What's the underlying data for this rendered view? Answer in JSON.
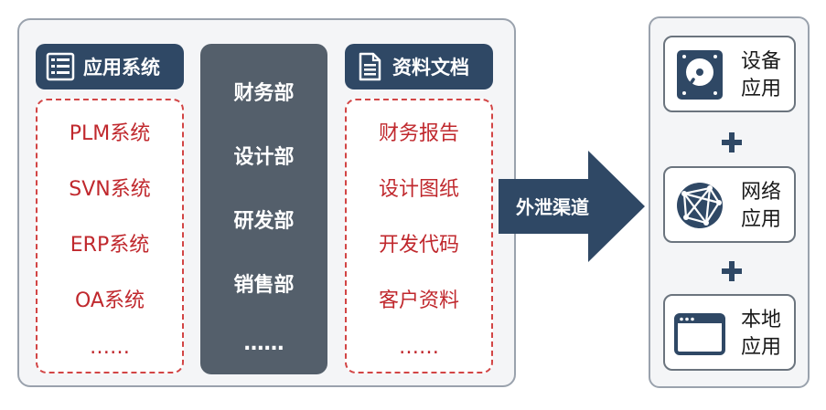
{
  "left": {
    "systems": {
      "title": "应用系统",
      "items": [
        "PLM系统",
        "SVN系统",
        "ERP系统",
        "OA系统",
        "……"
      ]
    },
    "departments": [
      "财务部",
      "设计部",
      "研发部",
      "销售部",
      "……"
    ],
    "documents": {
      "title": "资料文档",
      "items": [
        "财务报告",
        "设计图纸",
        "开发代码",
        "客户资料",
        "……"
      ]
    }
  },
  "arrow_label": "外泄渠道",
  "channels": [
    {
      "line1": "设备",
      "line2": "应用",
      "icon": "disk-icon"
    },
    {
      "line1": "网络",
      "line2": "应用",
      "icon": "network-globe-icon"
    },
    {
      "line1": "本地",
      "line2": "应用",
      "icon": "window-icon"
    }
  ],
  "colors": {
    "header_bg": "#2f4865",
    "dept_bg": "#545f6b",
    "item_red": "#c0282d",
    "arrow": "#2f4865"
  }
}
